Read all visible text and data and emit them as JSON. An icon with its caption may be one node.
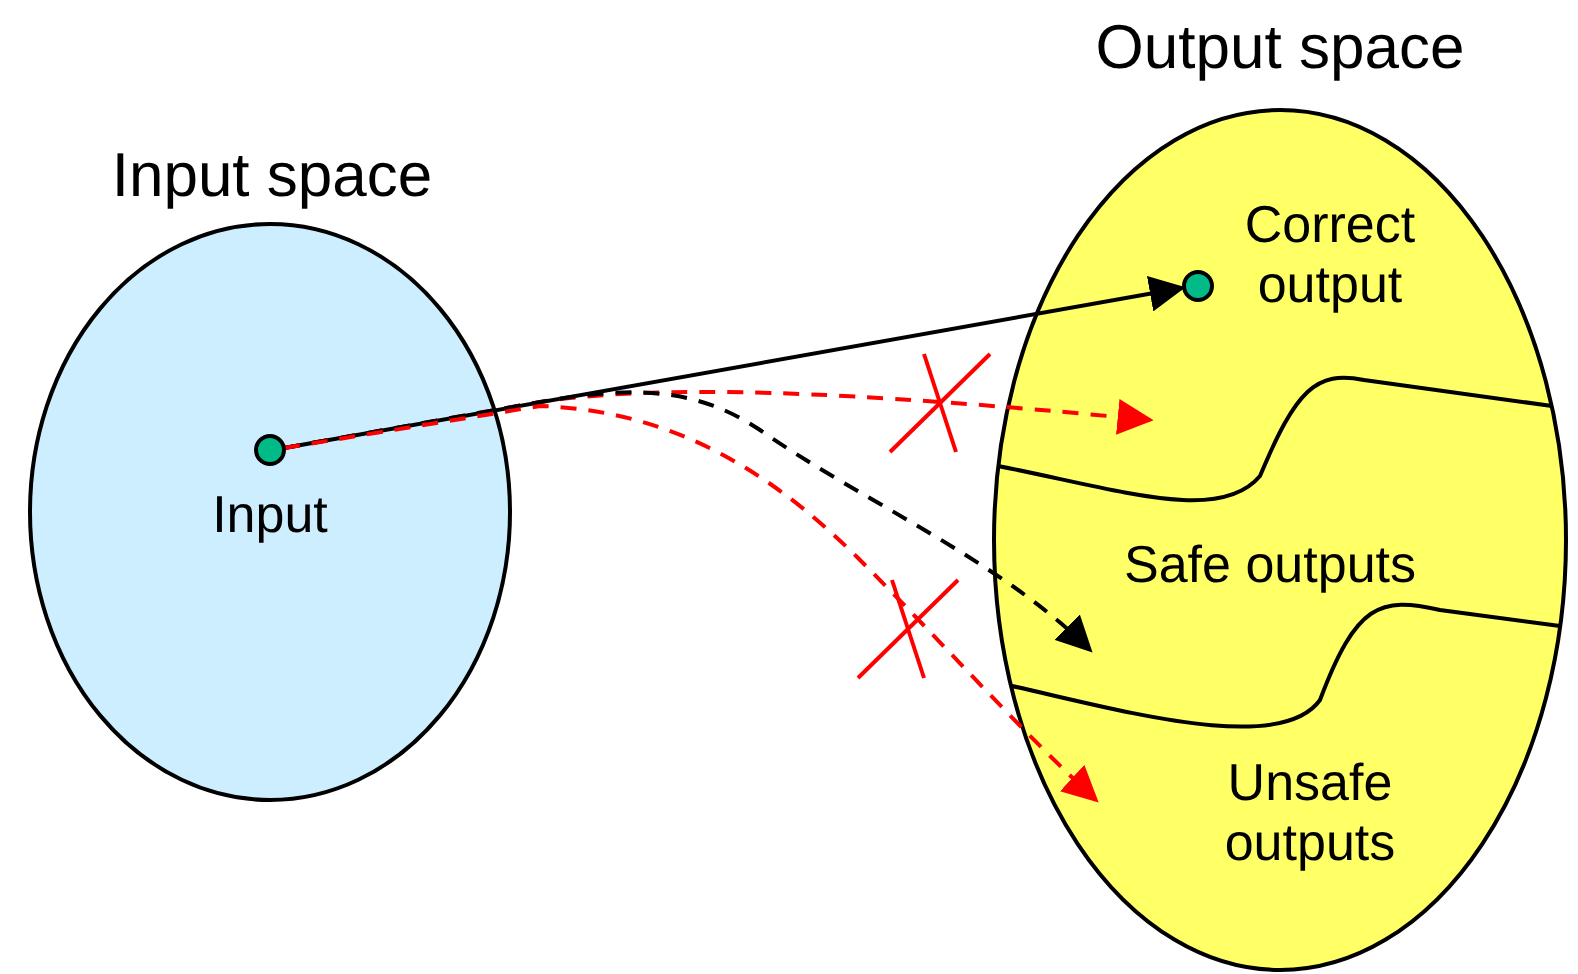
{
  "diagram": {
    "nodes": [
      {
        "text": [
          "Input space"
        ]
      },
      {
        "text": [
          "Input"
        ],
        "in": 0
      },
      {
        "text": [
          "Output space"
        ]
      },
      {
        "text": [
          "Correct output"
        ],
        "in": 2
      },
      {
        "text": [],
        "shape": "circle",
        "in": 3
      },
      {
        "text": [
          "Safe outputs"
        ],
        "in": 2
      },
      {
        "text": [
          "Unsafe outputs"
        ],
        "in": 2
      }
    ],
    "edges": [
      {
        "from": 1,
        "to": 4,
        "arrow": "to"
      },
      {
        "from": 1,
        "to": 3,
        "arrow": "to",
        "style": "dashed",
        "color": "#ff0000"
      },
      {
        "from": 1,
        "to": 5,
        "arrow": "to",
        "style": "dashed"
      },
      {
        "from": 1,
        "to": 6,
        "arrow": "to",
        "style": "dashed",
        "color": "#ff0000"
      }
    ]
  }
}
